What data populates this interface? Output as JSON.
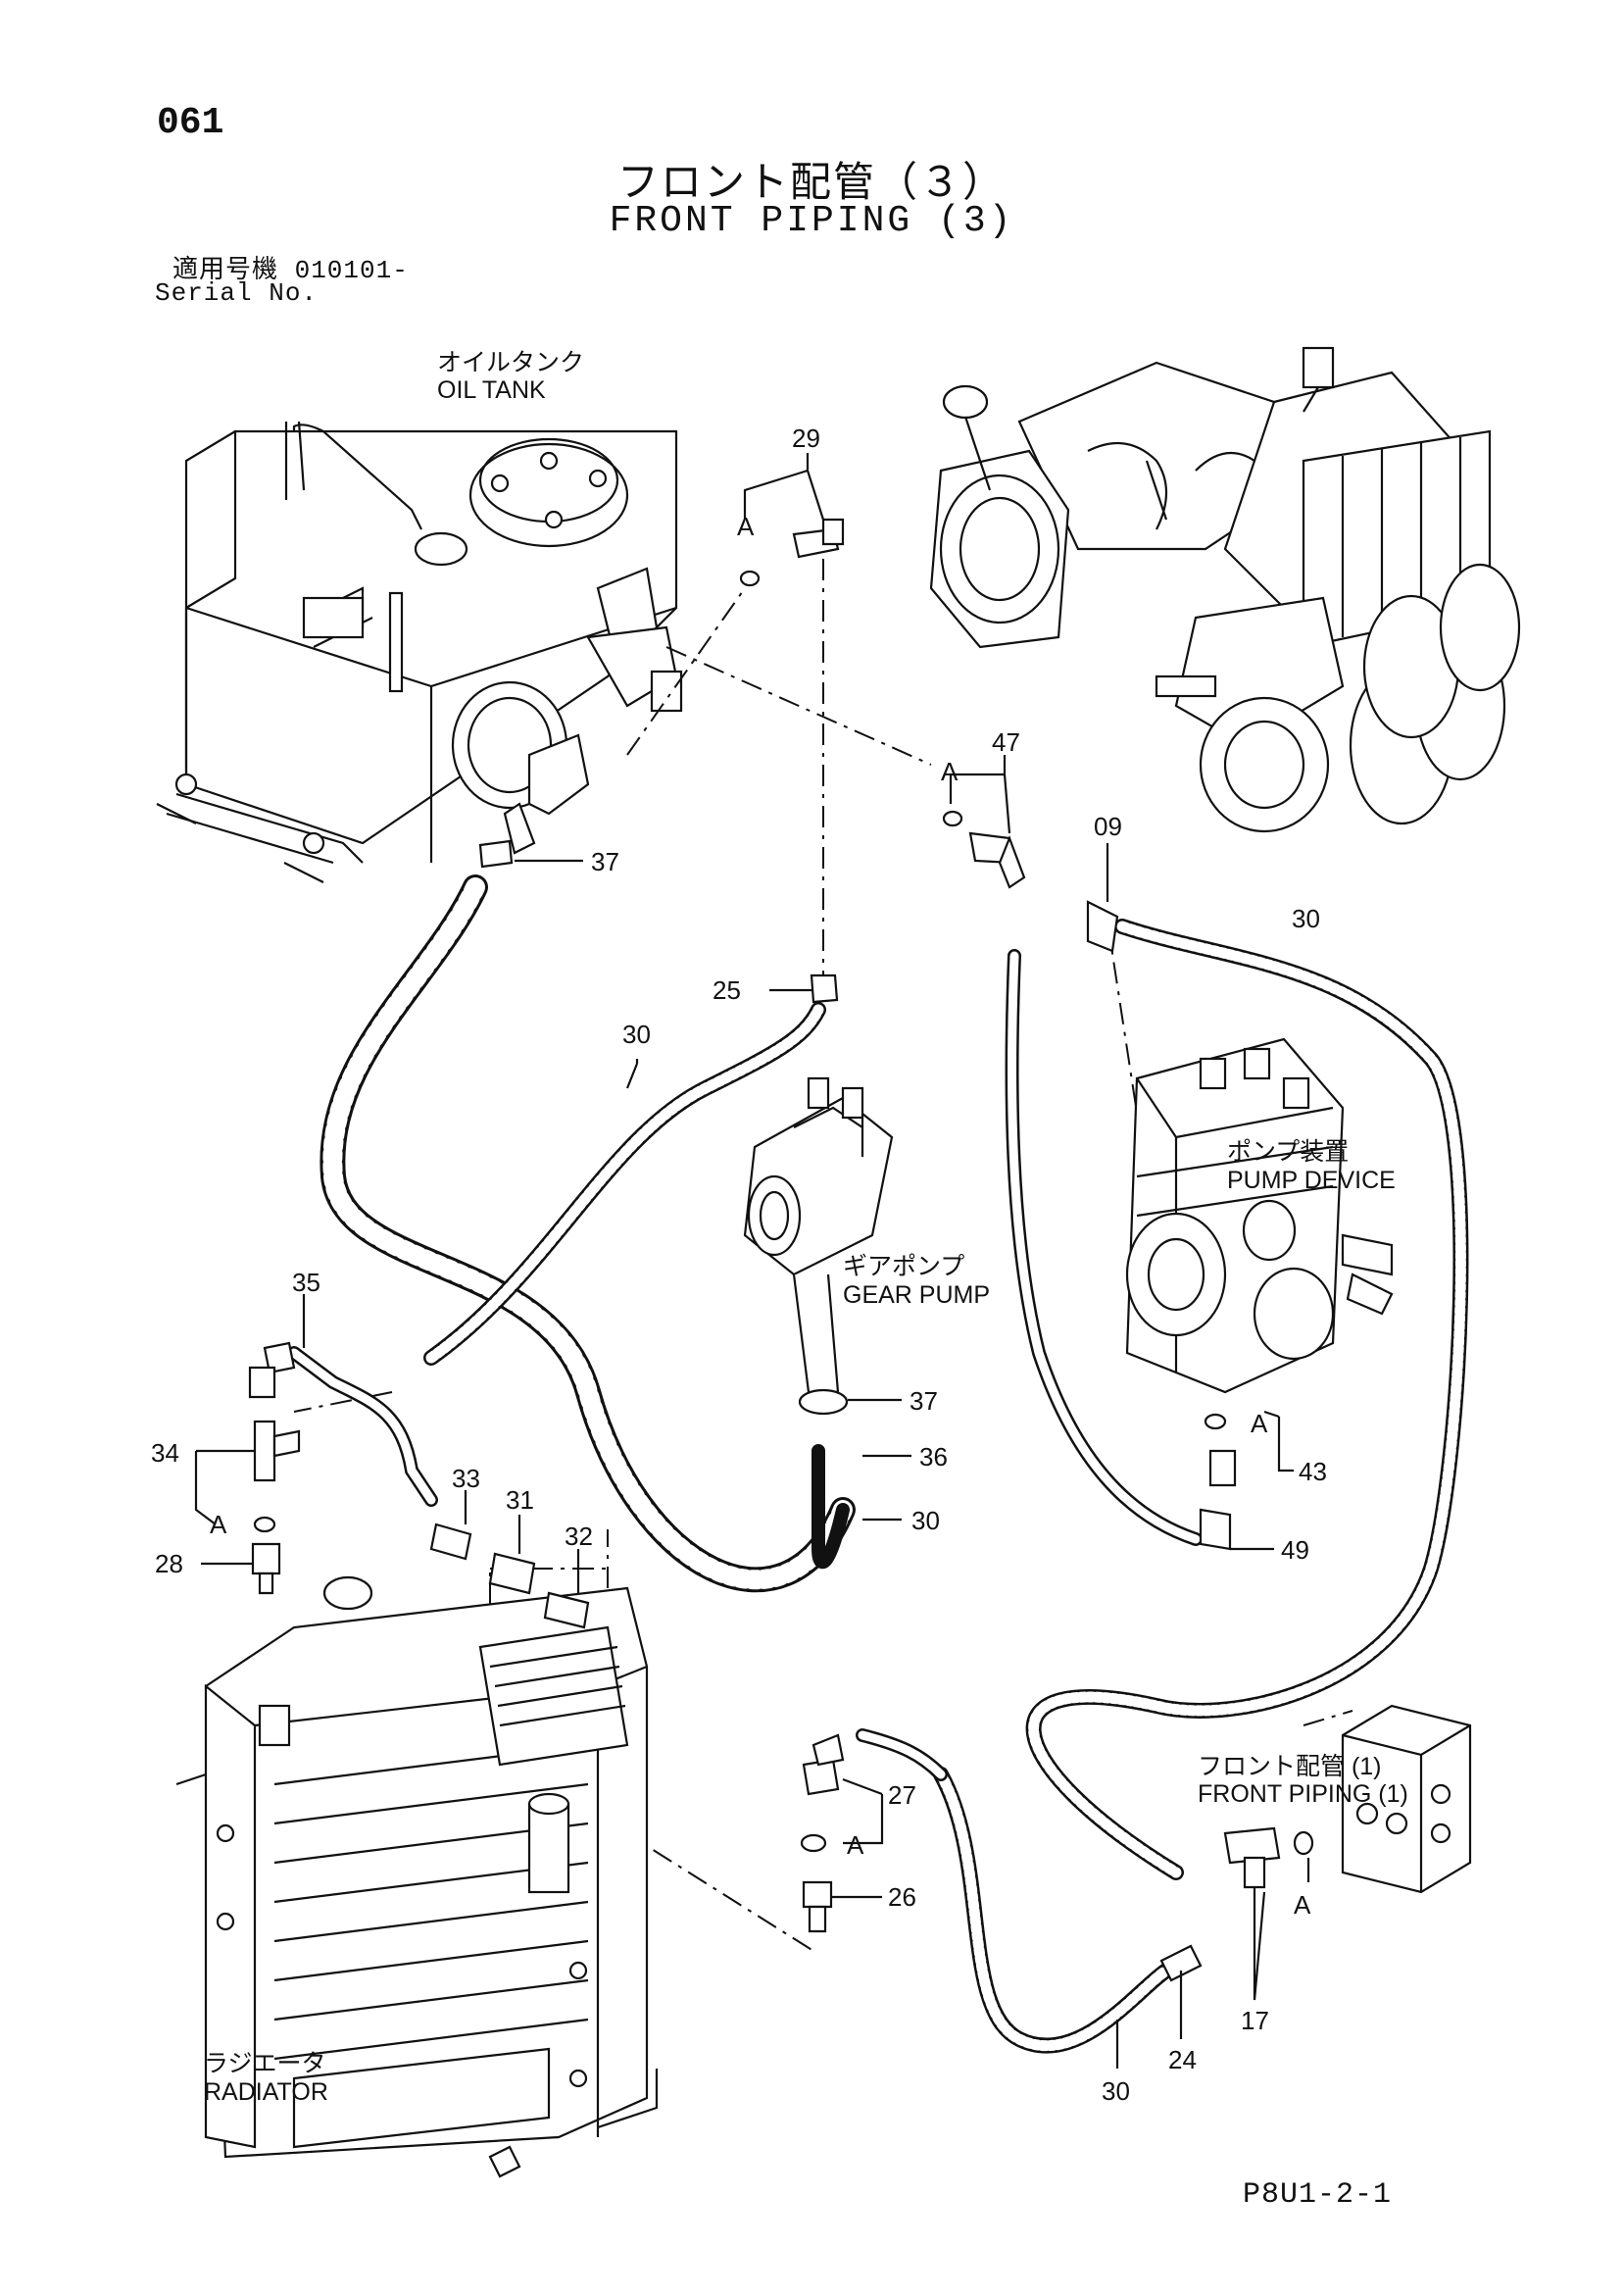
{
  "page": {
    "number": "061",
    "title_jp": "フロント配管（３）",
    "title_en": "FRONT PIPING (3)",
    "serial_label_jp": "適用号機  010101-",
    "serial_label_en": "Serial No.",
    "footer_code": "P8U1-2-1"
  },
  "components": {
    "oil_tank_jp": "オイルタンク",
    "oil_tank_en": "OIL TANK",
    "pump_device_jp": "ポンプ装置",
    "pump_device_en": "PUMP DEVICE",
    "gear_pump_jp": "ギアポンプ",
    "gear_pump_en": "GEAR PUMP",
    "front_piping_jp": "フロント配管 (1)",
    "front_piping_en": "FRONT PIPING (1)",
    "radiator_jp": "ラジエータ",
    "radiator_en": "RADIATOR"
  },
  "callouts": {
    "c29": "29",
    "c47": "47",
    "c09": "09",
    "c37a": "37",
    "c25": "25",
    "c30a": "30",
    "c30b": "30",
    "c30c": "30",
    "c30d": "30",
    "c35": "35",
    "c34": "34",
    "c28": "28",
    "c33": "33",
    "c31": "31",
    "c32": "32",
    "c37b": "37",
    "c36": "36",
    "c43": "43",
    "c49": "49",
    "c27": "27",
    "c26": "26",
    "c24": "24",
    "c17": "17",
    "a1": "A",
    "a2": "A",
    "a3": "A",
    "a4": "A",
    "a5": "A",
    "a6": "A"
  },
  "colors": {
    "line": "#111111",
    "background": "#ffffff"
  }
}
